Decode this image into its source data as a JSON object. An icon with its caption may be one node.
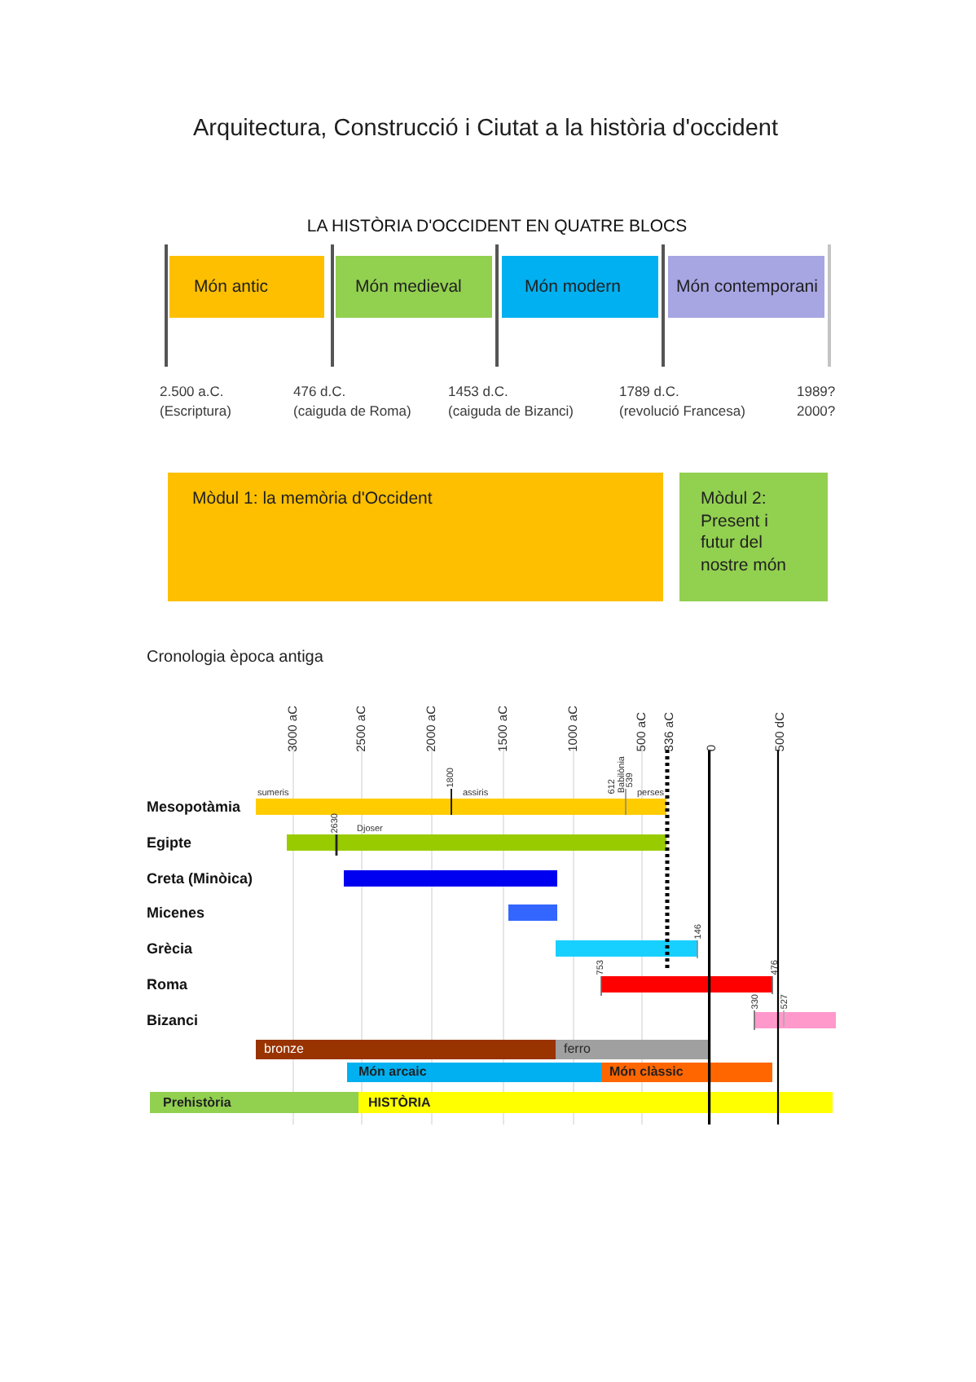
{
  "diagram": {
    "title": "Arquitectura, Construcció i Ciutat a la història d'occident",
    "nodes": [
      {
        "text": [
          "Món antic"
        ]
      },
      {
        "text": [
          "Món medieval"
        ]
      },
      {
        "text": [
          "Món modern"
        ]
      },
      {
        "text": [
          "Món contemporani"
        ]
      },
      {
        "text": [
          "Mòdul 1: la memòria d'Occident"
        ]
      },
      {
        "text": [
          "Mòdul 2: Present i futur del nostre món"
        ]
      },
      {
        "text": [],
        "shape": "bar"
      },
      {
        "text": [],
        "shape": "bar"
      },
      {
        "text": [],
        "shape": "bar"
      },
      {
        "text": [],
        "shape": "bar"
      },
      {
        "text": [],
        "shape": "bar"
      },
      {
        "text": [],
        "shape": "bar"
      },
      {
        "text": [],
        "shape": "bar"
      },
      {
        "text": [
          "bronze"
        ]
      },
      {
        "text": [
          "ferro"
        ]
      },
      {
        "text": [
          "Món arcaic"
        ]
      },
      {
        "text": [
          "Món clàssic"
        ]
      },
      {
        "text": [
          "Prehistòria"
        ]
      },
      {
        "text": [
          "HISTÒRIA"
        ]
      }
    ],
    "labels": [
      "LA HISTÒRIA D'OCCIDENT EN QUATRE BLOCS",
      "2.500 a.C. (Escriptura)",
      "476 d.C. (caiguda de Roma)",
      "1453 d.C. (caiguda de Bizanci)",
      "1789 d.C. (revolució Francesa)",
      "1989? 2000?",
      "Cronologia època antiga",
      "3000 aC",
      "2500 aC",
      "2000 aC",
      "1500 aC",
      "1000 aC",
      "500 aC",
      "336 aC",
      "0",
      "500 dC",
      "sumeris",
      "1800",
      "assiris",
      "612",
      "Babilònia",
      "539",
      "perses",
      "Mesopotàmia",
      "2630",
      "Djoser",
      "Egipte",
      "Creta (Minòica)",
      "Micenes",
      "146",
      "Grècia",
      "753",
      "476",
      "Roma",
      "330",
      "527",
      "Bizanci"
    ]
  }
}
